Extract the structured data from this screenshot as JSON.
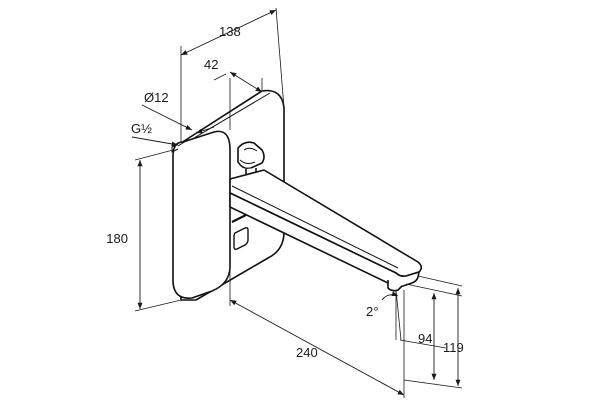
{
  "dimensions": {
    "depth_total": "138",
    "depth_plate": "42",
    "diameter": "Ø12",
    "thread": "G½",
    "plate_height": "180",
    "spout_length": "240",
    "spout_height_a": "94",
    "spout_height_b": "119",
    "angle": "2°"
  },
  "colors": {
    "line": "#111111",
    "background": "#ffffff"
  }
}
